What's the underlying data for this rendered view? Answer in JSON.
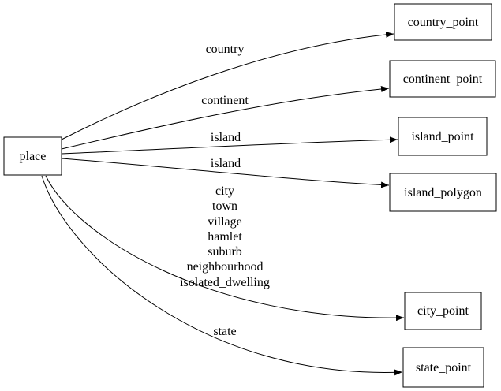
{
  "nodes": {
    "place": {
      "label": "place"
    },
    "country_point": {
      "label": "country_point"
    },
    "continent_point": {
      "label": "continent_point"
    },
    "island_point": {
      "label": "island_point"
    },
    "island_polygon": {
      "label": "island_polygon"
    },
    "city_point": {
      "label": "city_point"
    },
    "state_point": {
      "label": "state_point"
    }
  },
  "edges": [
    {
      "from": "place",
      "to": "country_point",
      "label": "country"
    },
    {
      "from": "place",
      "to": "continent_point",
      "label": "continent"
    },
    {
      "from": "place",
      "to": "island_point",
      "label": "island"
    },
    {
      "from": "place",
      "to": "island_polygon",
      "label": "island"
    },
    {
      "from": "place",
      "to": "city_point",
      "label_lines": [
        "city",
        "town",
        "village",
        "hamlet",
        "suburb",
        "neighbourhood",
        "isolated_dwelling"
      ]
    },
    {
      "from": "place",
      "to": "state_point",
      "label": "state"
    }
  ],
  "colors": {
    "background": "#ffffff",
    "node_fill": "#ffffff",
    "node_border": "#000000",
    "edge_stroke": "#000000",
    "text": "#000000"
  }
}
